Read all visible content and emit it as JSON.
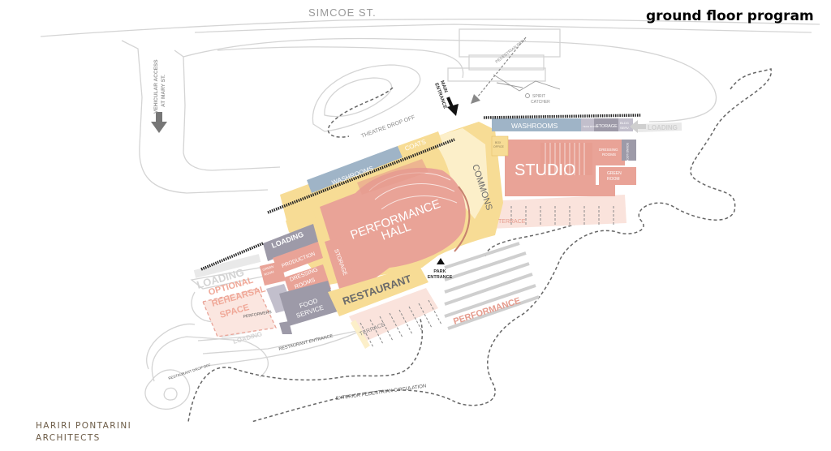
{
  "title": "ground floor program",
  "firm": {
    "line1": "HARIRI PONTARINI",
    "line2": "ARCHITECTS"
  },
  "colors": {
    "program": "#e9a397",
    "program_dark": "#e69b8e",
    "circulation": "#f7dc95",
    "circulation_light": "#fcefc9",
    "service": "#9d9aa8",
    "service_light": "#c2bfcc",
    "washroom": "#9fb4c7",
    "terrace": "#fae3dc",
    "outline": "#d4d4d4",
    "path": "#666666",
    "text_light": "#9a9a9a",
    "accent_text": "#e59a8c"
  },
  "streets": {
    "simcoe": "SIMCOE ST.",
    "vehicular": [
      "VEHICULAR ACCESS",
      "AT MARY ST."
    ]
  },
  "labels": {
    "theatre_drop_off": "THEATRE DROP OFF",
    "main_entrance": [
      "MAIN",
      "ENTRANCE"
    ],
    "pedestrian_path": "PEDESTRIAN PATH",
    "spirit_catcher": [
      "SPIRIT",
      "CATCHER"
    ],
    "park_entrance": [
      "PARK",
      "ENTRANCE"
    ],
    "restaurant_entrance": "RESTAURANT ENTRANCE",
    "restaurant_drop_off": "RESTAURANT DROP OFF",
    "exterior_circulation": "EXTERIOR PEDESTRIAN CIRCULATION",
    "loading": "LOADING",
    "performers": "PERFORMERS"
  },
  "rooms": {
    "performance_hall": [
      "PERFORMANCE",
      "HALL"
    ],
    "studio": "STUDIO",
    "commons": "COMMONS",
    "restaurant": "RESTAURANT",
    "washrooms": "WASHROOMS",
    "coats": "COATS",
    "loading": "LOADING",
    "production": "PRODUCTION",
    "dressing_rooms": [
      "DRESSING",
      "ROOMS"
    ],
    "green_room": [
      "GREEN",
      "ROOM"
    ],
    "storage": "STORAGE",
    "food_service": [
      "FOOD",
      "SERVICE"
    ],
    "optional_rehearsal": [
      "OPTIONAL",
      "REHEARSAL",
      "SPACE"
    ],
    "terrace": "TERRACE",
    "performance": "PERFORMANCE",
    "box_office": [
      "BOX",
      "OFFICE"
    ],
    "bldg_serv": [
      "BLDG",
      "SERV."
    ],
    "sound_lock": "SOUND LOCK",
    "tech_room": "TECH ROOM"
  }
}
